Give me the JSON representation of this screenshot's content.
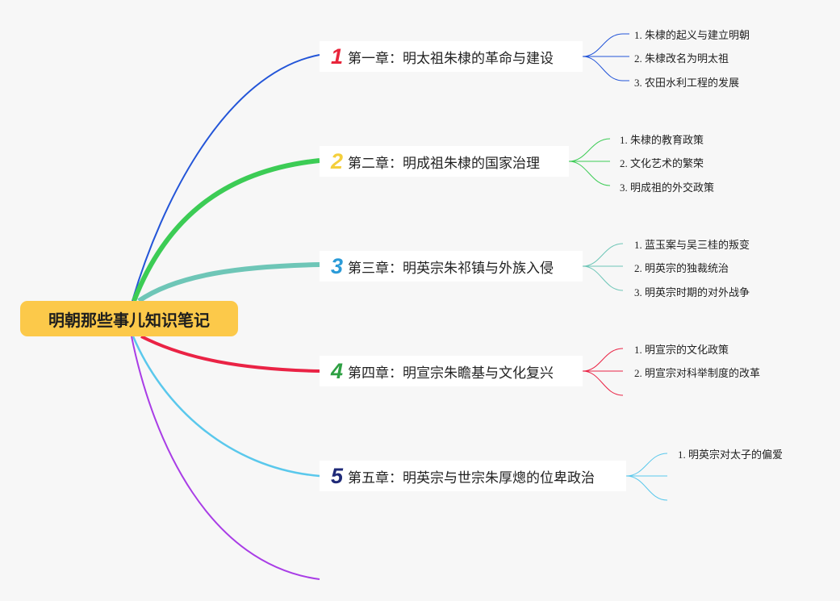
{
  "root": {
    "title": "明朝那些事儿知识笔记"
  },
  "chapters": [
    {
      "num": "1",
      "title": "第一章：明太祖朱棣的革命与建设",
      "color": "#2355d8",
      "numColor": "#e8253b",
      "items": [
        "1. 朱棣的起义与建立明朝",
        "2. 朱棣改名为明太祖",
        "3. 农田水利工程的发展"
      ]
    },
    {
      "num": "2",
      "title": "第二章：明成祖朱棣的国家治理",
      "color": "#3ccc55",
      "numColor": "#f4cf3c",
      "items": [
        "1. 朱棣的教育政策",
        "2. 文化艺术的繁荣",
        "3. 明成祖的外交政策"
      ]
    },
    {
      "num": "3",
      "title": "第三章：明英宗朱祁镇与外族入侵",
      "color": "#6ec6b7",
      "numColor": "#2b9bd8",
      "items": [
        "1. 蓝玉案与吴三桂的叛变",
        "2. 明英宗的独裁统治",
        "3. 明英宗时期的对外战争"
      ]
    },
    {
      "num": "4",
      "title": "第四章：明宣宗朱瞻基与文化复兴",
      "color": "#ea2345",
      "numColor": "#2ea043",
      "items": [
        "1. 明宣宗的文化政策",
        "2. 明宣宗对科举制度的改革"
      ]
    },
    {
      "num": "5",
      "title": "第五章：明英宗与世宗朱厚熜的位卑政治",
      "color": "#5ac8ec",
      "numColor": "#1f2a78",
      "items": [
        "1. 明英宗对太子的偏爱"
      ]
    }
  ],
  "trailing_branch_color": "#a93de6"
}
